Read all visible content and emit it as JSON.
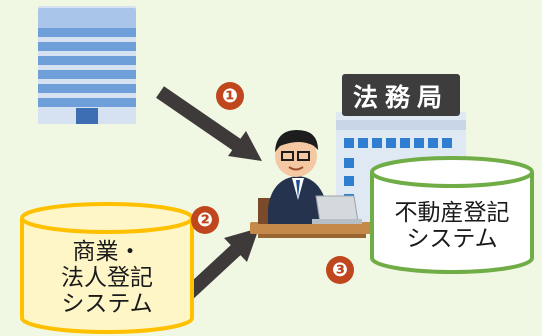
{
  "sign": {
    "text": "法務局"
  },
  "left_cylinder": {
    "lines": [
      "商業・",
      "法人登記",
      "システム"
    ]
  },
  "right_cylinder": {
    "lines": [
      "不動産登記",
      "システム"
    ]
  },
  "badges": [
    "❶",
    "❷",
    "❸"
  ],
  "colors": {
    "background": "#f0f8e4",
    "left_cylinder_fill": "#fff6c8",
    "left_cylinder_border": "#ffc000",
    "right_cylinder_fill": "#ffffff",
    "right_cylinder_border": "#70ad47",
    "arrow": "#3f3a3a",
    "badge": "#c0461d",
    "building": "#5b8ed0",
    "sign": "#3d3d3d"
  },
  "icons": [
    "office-building-icon",
    "legal-affairs-bureau-building-icon",
    "office-worker-at-laptop-icon"
  ]
}
